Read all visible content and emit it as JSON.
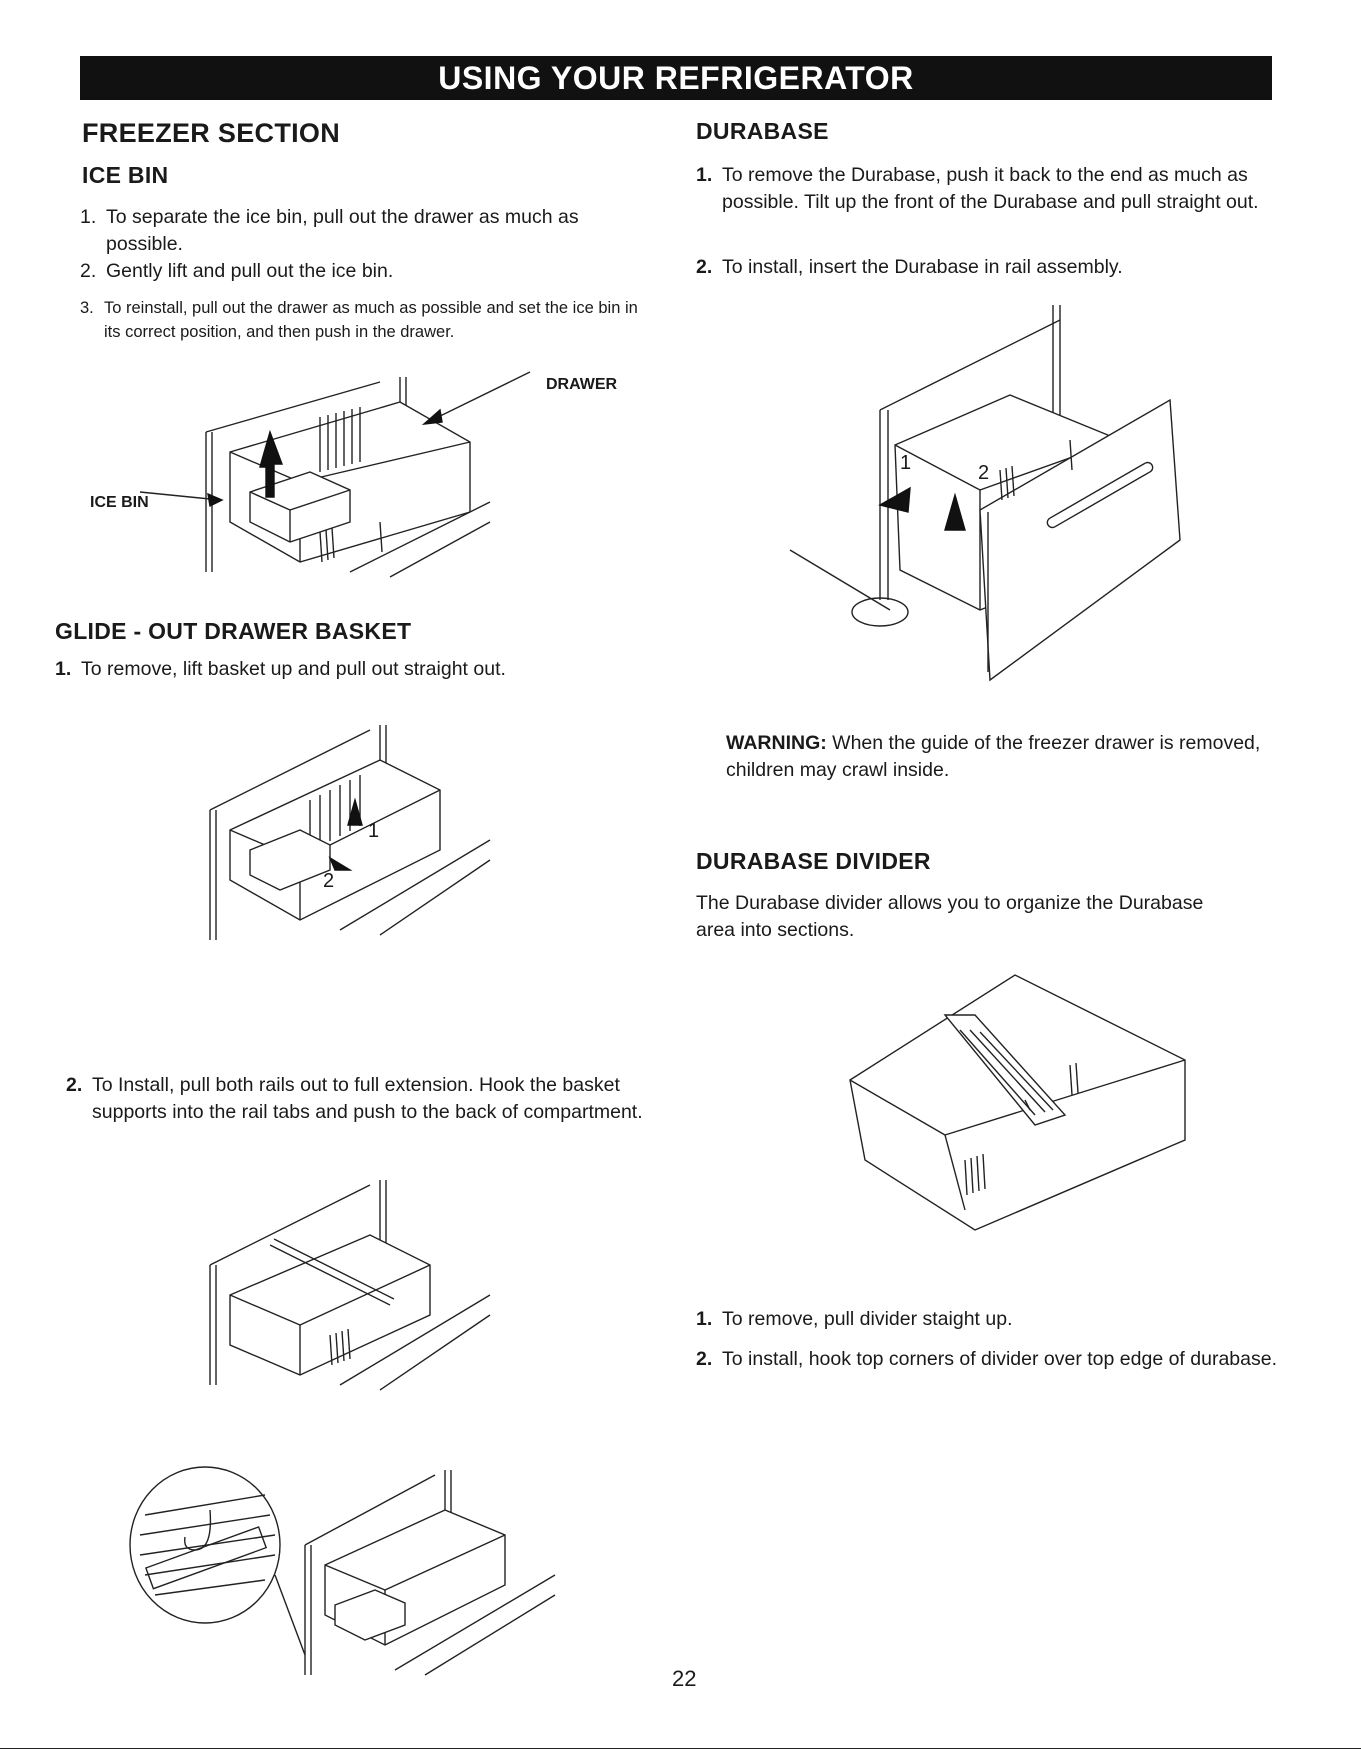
{
  "banner": "USING YOUR REFRIGERATOR",
  "left": {
    "section_title": "FREEZER SECTION",
    "ice_bin": {
      "title": "ICE BIN",
      "steps": [
        {
          "n": "1.",
          "text": "To separate the ice bin, pull out the drawer as much as possible."
        },
        {
          "n": "2.",
          "text": "Gently lift and pull out the ice bin."
        },
        {
          "n": "3.",
          "text": "To reinstall, pull out the drawer as much as possible and set the ice bin in its correct position, and then push in the drawer."
        }
      ],
      "label_drawer": "DRAWER",
      "label_ice_bin": "ICE BIN"
    },
    "glide_out": {
      "title": "GLIDE - OUT DRAWER BASKET",
      "step1": {
        "n": "1.",
        "text": "To remove, lift basket up and pull out straight out."
      },
      "step2": {
        "n": "2.",
        "text": "To Install, pull both rails out to full extension. Hook the basket supports into the rail tabs and push to the back of compartment."
      },
      "callout_1": "1",
      "callout_2": "2"
    }
  },
  "right": {
    "durabase": {
      "title": "DURABASE",
      "steps": [
        {
          "n": "1.",
          "text": "To remove the Durabase, push it back to the end as much as possible. Tilt up the front of the Durabase and pull straight out."
        },
        {
          "n": "2.",
          "text": "To install, insert the Durabase in rail assembly."
        }
      ],
      "callout_1": "1",
      "callout_2": "2"
    },
    "warning": {
      "label": "WARNING:",
      "text": "When the guide of the freezer drawer is removed, children may crawl inside."
    },
    "divider": {
      "title": "DURABASE DIVIDER",
      "intro": "The Durabase divider allows you to organize the Durabase area into sections.",
      "steps": [
        {
          "n": "1.",
          "text": "To remove, pull divider staight up."
        },
        {
          "n": "2.",
          "text": "To install, hook top corners of divider over top edge of durabase."
        }
      ]
    }
  },
  "page_number": "22"
}
